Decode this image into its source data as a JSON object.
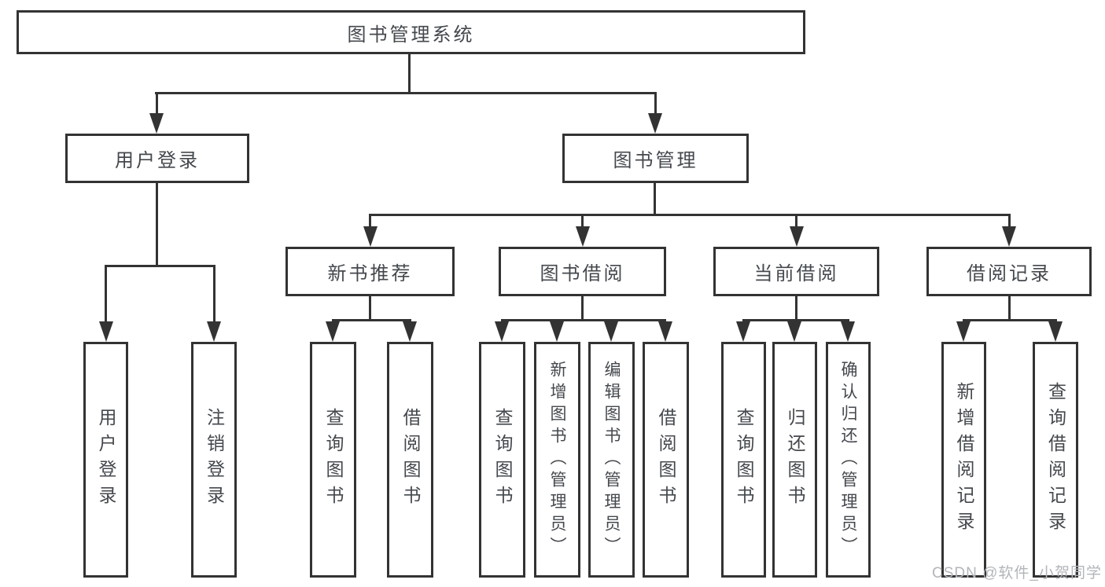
{
  "title": "图书管理系统",
  "level2": {
    "user_login": "用户登录",
    "book_mgmt": "图书管理"
  },
  "level3": {
    "new_books": "新书推荐",
    "book_borrow": "图书借阅",
    "current_borrow": "当前借阅",
    "borrow_records": "借阅记录"
  },
  "leaves": {
    "user_login": [
      "用户登录",
      "注销登录"
    ],
    "new_books": [
      "查询图书",
      "借阅图书"
    ],
    "book_borrow": [
      "查询图书",
      "新增图书（管理员）",
      "编辑图书（管理员）",
      "借阅图书"
    ],
    "current_borrow": [
      "查询图书",
      "归还图书",
      "确认归还（管理员）"
    ],
    "borrow_records": [
      "新增借阅记录",
      "查询借阅记录"
    ]
  },
  "watermark": "CSDN @软件_小贺同学",
  "colors": {
    "border": "#333333",
    "line": "#333333",
    "text": "#44484d",
    "watermark": "#b2b5ba",
    "background": "#ffffff"
  }
}
